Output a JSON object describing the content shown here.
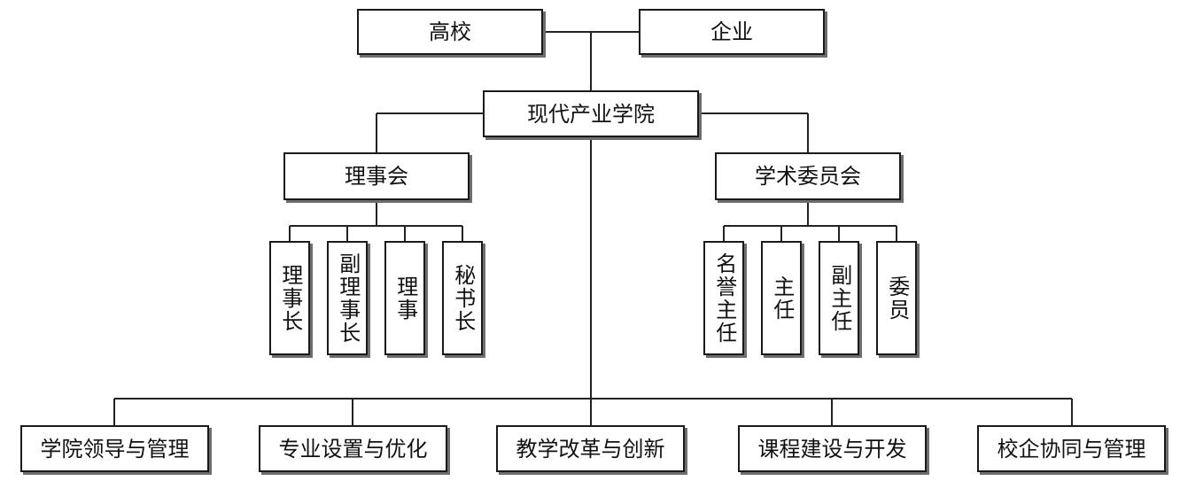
{
  "founders": {
    "university": "高校",
    "enterprise": "企业"
  },
  "college": "现代产业学院",
  "board": {
    "name": "理事会",
    "members": [
      "理事长",
      "副理事长",
      "理事",
      "秘书长"
    ]
  },
  "academic_committee": {
    "name": "学术委员会",
    "members": [
      "名誉主任",
      "主任",
      "副主任",
      "委员"
    ]
  },
  "functions": [
    "学院领导与管理",
    "专业设置与优化",
    "教学改革与创新",
    "课程建设与开发",
    "校企协同与管理"
  ]
}
